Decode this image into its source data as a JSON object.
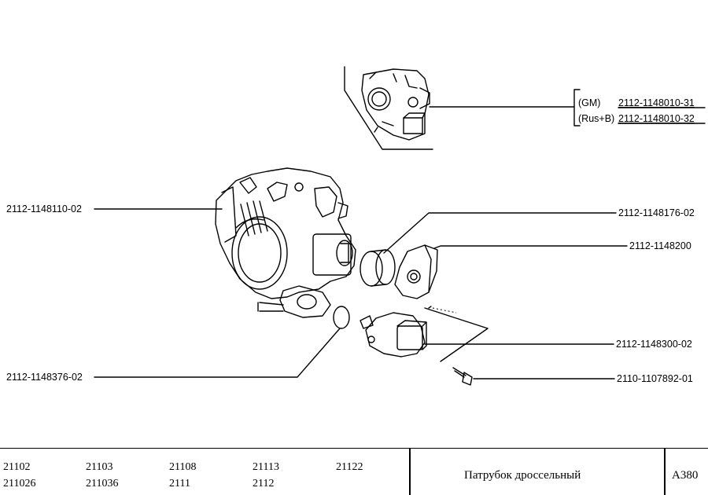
{
  "callouts": {
    "inset_gm_variant": "(GM)",
    "inset_gm_part": "2112-1148010-31",
    "inset_rusb_variant": "(Rus+B)",
    "inset_rusb_part": "2112-1148010-32",
    "throttle_body": "2112-1148110-02",
    "spacer": "2112-1148176-02",
    "position_sensor": "2112-1148200",
    "idle_regulator": "2112-1148300-02",
    "screw": "2110-1107892-01",
    "o_ring": "2112-1148376-02"
  },
  "footer": {
    "models": [
      [
        "21102",
        "21103",
        "21108",
        "21113",
        "21122"
      ],
      [
        "211026",
        "211036",
        "2111",
        "2112"
      ]
    ],
    "title": "Патрубок дроссельный",
    "code": "A380"
  }
}
